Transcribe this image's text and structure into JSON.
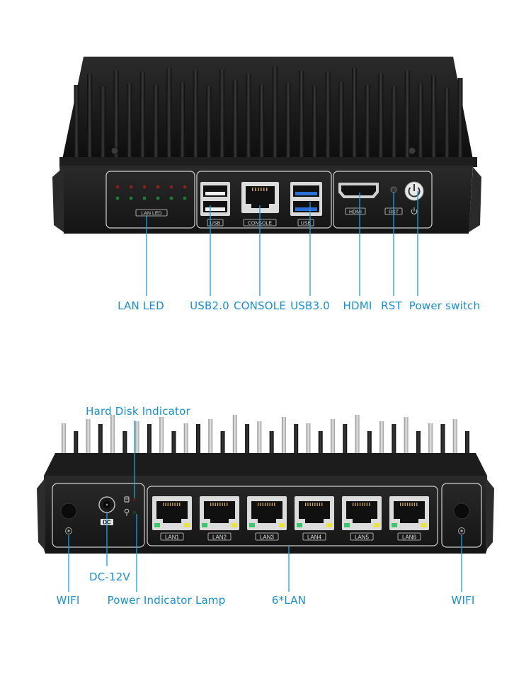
{
  "top_device": {
    "panel_labels": {
      "lan_led": "LAN LED",
      "usb_left": "USB",
      "console": "CONSOLE",
      "usb_right": "USB",
      "hdmi": "HDMI",
      "rst": "RST"
    },
    "callouts": {
      "lan_led": "LAN LED",
      "usb2": "USB2.0",
      "console": "CONSOLE",
      "usb3": "USB3.0",
      "hdmi": "HDMI",
      "rst": "RST",
      "power_switch": "Power switch"
    },
    "icons": [
      "power-button-icon",
      "power-symbol-icon"
    ]
  },
  "bottom_device": {
    "panel_labels": {
      "dc": "DC",
      "lan1": "LAN1",
      "lan2": "LAN2",
      "lan3": "LAN3",
      "lan4": "LAN4",
      "lan5": "LAN5",
      "lan6": "LAN6"
    },
    "callouts": {
      "hard_disk": "Hard Disk Indicator",
      "dc12v": "DC-12V",
      "power_lamp": "Power Indicator Lamp",
      "six_lan": "6*LAN",
      "wifi_left": "WIFI",
      "wifi_right": "WIFI"
    },
    "icons": [
      "wifi-antenna-icon",
      "hard-disk-icon",
      "lamp-icon"
    ]
  },
  "colors": {
    "callout_text": "#1790d0",
    "leader_line": "#1da1e2",
    "chassis": "#1a1a1a",
    "led_red": "#8a1f1f",
    "led_green": "#1f7a3a",
    "usb3_blue": "#2a6fd6"
  }
}
